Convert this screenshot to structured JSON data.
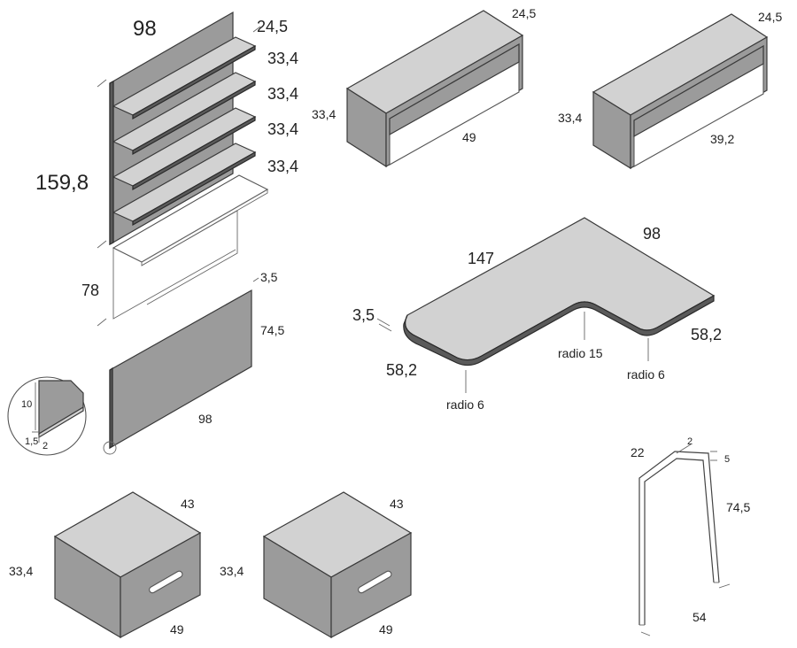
{
  "shelf_unit": {
    "width": "98",
    "height_upper": "159,8",
    "height_lower": "78",
    "depth_top": "24,5",
    "spacings": [
      "33,4",
      "33,4",
      "33,4",
      "33,4"
    ]
  },
  "panel": {
    "thickness": "3,5",
    "height": "74,5",
    "width": "98"
  },
  "panel_detail": {
    "dim_a": "10",
    "dim_b": "1,5",
    "dim_c": "2"
  },
  "cabinet_left": {
    "depth": "24,5",
    "height": "33,4",
    "width": "49"
  },
  "cabinet_right": {
    "depth": "24,5",
    "height": "33,4",
    "width": "39,2"
  },
  "desk": {
    "length": "147",
    "return_length": "98",
    "thickness": "3,5",
    "depth_left": "58,2",
    "depth_right": "58,2",
    "radius_inner": "radio 15",
    "radius_left": "radio 6",
    "radius_right": "radio 6"
  },
  "leg": {
    "dim_a": "22",
    "dim_b": "2",
    "dim_c": "5",
    "height": "74,5",
    "depth": "54"
  },
  "drawer_left": {
    "depth": "43",
    "height": "33,4",
    "width": "49"
  },
  "drawer_right": {
    "depth": "43",
    "height": "33,4",
    "width": "49"
  }
}
